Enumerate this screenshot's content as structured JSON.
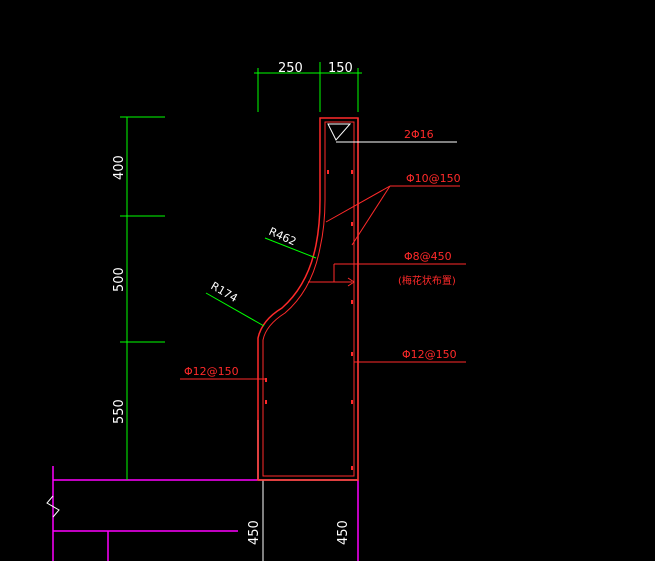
{
  "dimensions": {
    "top_left": "250",
    "top_right": "150",
    "vertical_1": "400",
    "vertical_2": "500",
    "vertical_3": "550",
    "bottom_left": "450",
    "bottom_right": "450"
  },
  "radii": {
    "upper": "R462",
    "lower": "R174"
  },
  "rebar": {
    "top_bars": "2Φ16",
    "stirrup_right_top": "Φ10@150",
    "tie_bar": "Φ8@450",
    "tie_note": "(梅花状布置)",
    "right_vertical": "Φ12@150",
    "left_vertical": "Φ12@150"
  },
  "colors": {
    "background": "#000000",
    "concrete_outline": "#ffffff",
    "rebar": "#ff2a2a",
    "dimension": "#00ff00",
    "leader_green": "#00ff00",
    "foundation": "#ff00ff"
  }
}
